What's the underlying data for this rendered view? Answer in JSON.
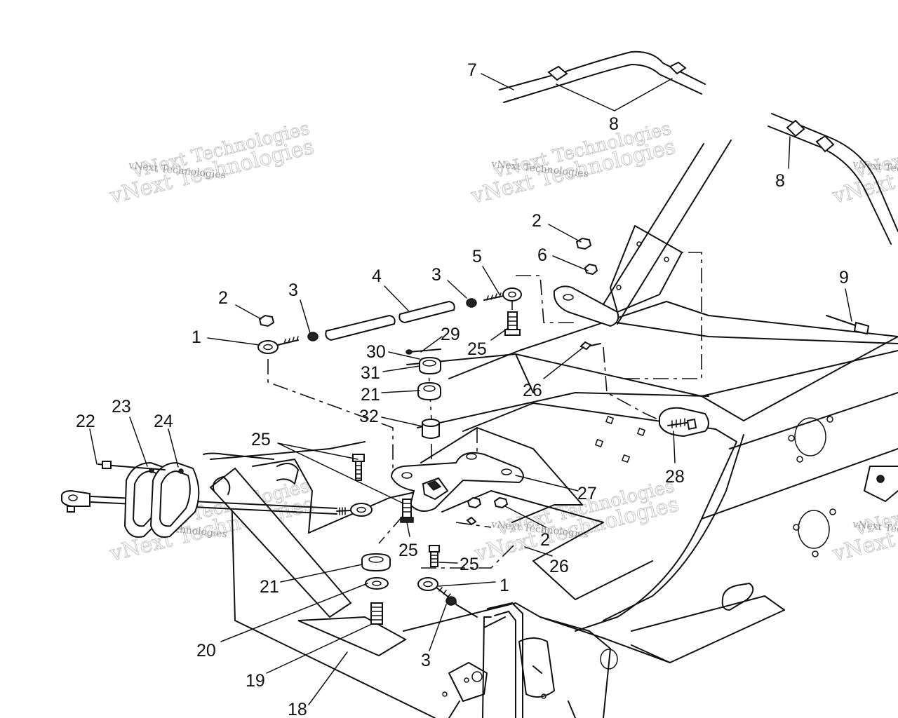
{
  "diagram": {
    "type": "exploded-parts-diagram",
    "colors": {
      "ink": "#111111",
      "background": "#ffffff",
      "watermark": "#c7c7c7"
    },
    "watermark": {
      "text_large": "vNext Technologies",
      "text_small": "vNext Technologies"
    },
    "callouts": {
      "c1a": "1",
      "c1b": "1",
      "c2a": "2",
      "c2b": "2",
      "c2c": "2",
      "c3a": "3",
      "c3b": "3",
      "c3c": "3",
      "c4": "4",
      "c5": "5",
      "c6": "6",
      "c7": "7",
      "c8a": "8",
      "c8b": "8",
      "c9": "9",
      "c18": "18",
      "c19": "19",
      "c20": "20",
      "c21a": "21",
      "c21b": "21",
      "c22": "22",
      "c23": "23",
      "c24": "24",
      "c25a": "25",
      "c25b": "25",
      "c25c": "25",
      "c25d": "25",
      "c26a": "26",
      "c26b": "26",
      "c27": "27",
      "c28": "28",
      "c29": "29",
      "c30": "30",
      "c31": "31",
      "c32": "32"
    }
  }
}
